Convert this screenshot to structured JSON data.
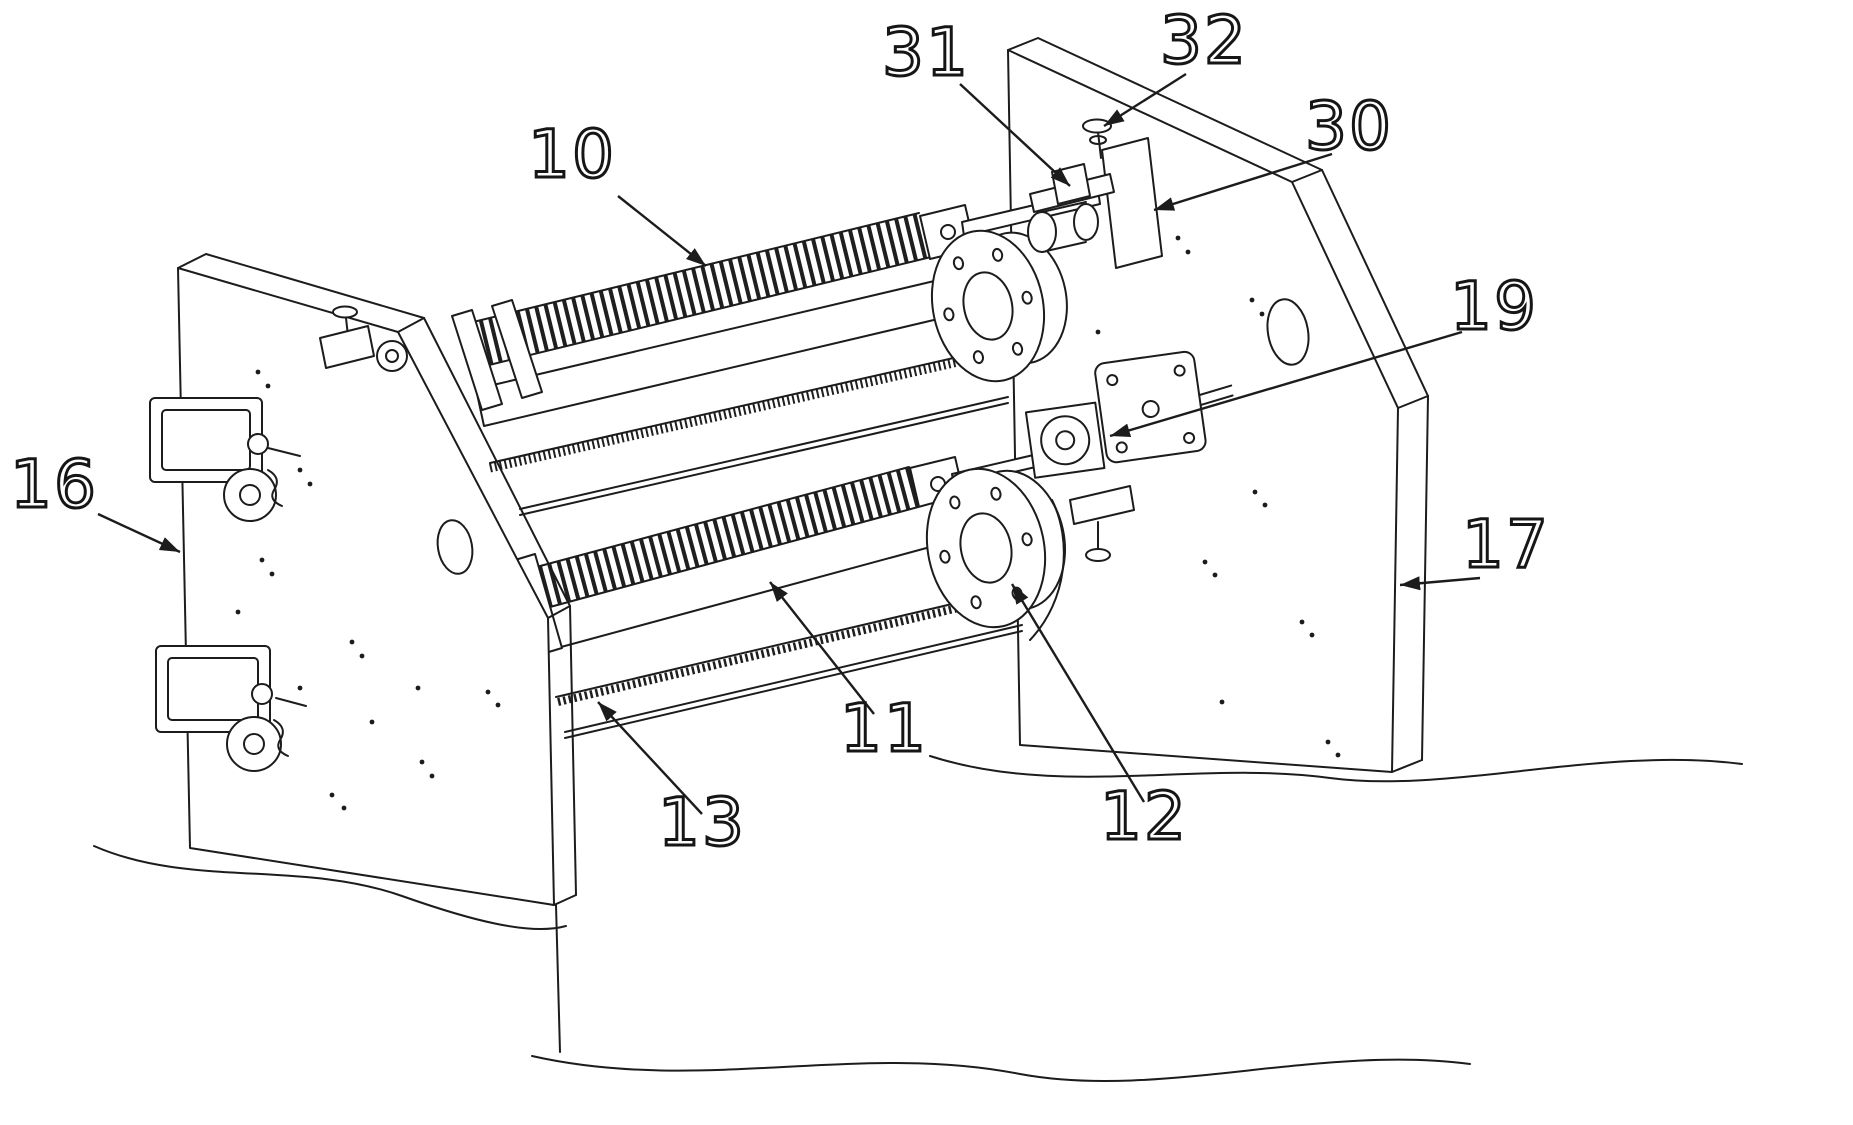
{
  "figure": {
    "background_color": "#ffffff",
    "line_color": "#1c1c1c"
  },
  "reference_labels": [
    {
      "text": "10"
    },
    {
      "text": "31"
    },
    {
      "text": "32"
    },
    {
      "text": "30"
    },
    {
      "text": "19"
    },
    {
      "text": "16"
    },
    {
      "text": "17"
    },
    {
      "text": "11"
    },
    {
      "text": "13"
    },
    {
      "text": "12"
    }
  ]
}
